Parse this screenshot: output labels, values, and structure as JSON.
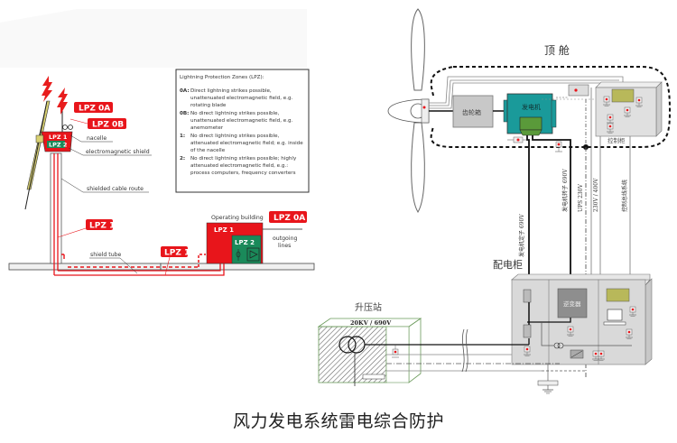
{
  "caption": "风力发电系统雷电综合防护",
  "left_diagram": {
    "legend": {
      "title": "Lightning Protection Zones (LPZ):",
      "entries": [
        {
          "key": "0A:",
          "lines": [
            "Direct lightning strikes possible,",
            "unattenuated electromagnetic field, e.g.",
            "rotating blade"
          ]
        },
        {
          "key": "0B:",
          "lines": [
            "No direct lightning strikes possible,",
            "unattenuated electromagnetic field, e.g.",
            "anemometer"
          ]
        },
        {
          "key": "1:",
          "lines": [
            "No direct lightning strikes possible,",
            "attenuated electromagnetic field; e.g. inside",
            "of the nacelle"
          ]
        },
        {
          "key": "2:",
          "lines": [
            "No direct lightning strikes possible; highly",
            "attenuated electromagnetic field, e.g.:",
            "process computers, frequency converters"
          ]
        }
      ]
    },
    "zone_labels": {
      "lpz_0a_top": "LPZ 0A",
      "lpz_0b": "LPZ 0B",
      "lpz_1_nacelle": "LPZ 1",
      "lpz_2_nacelle": "LPZ 2",
      "lpz_1_tower": "LPZ 1",
      "lpz_1_cable": "LPZ 1",
      "lpz_0a_building": "LPZ 0A",
      "lpz_1_building": "LPZ 1",
      "lpz_2_building": "LPZ 2"
    },
    "annotations": {
      "nacelle": "nacelle",
      "em_shield": "electromagnetic shield",
      "shielded_cable": "shielded cable route",
      "shield_tube": "shield tube",
      "operating_building": "Operating building",
      "outgoing_line1": "outgoing",
      "outgoing_line2": "lines"
    },
    "colors": {
      "lpz_red": "#e8151b",
      "lpz_green": "#1a8a5a",
      "bolt": "#e81d1d"
    }
  },
  "right_diagram": {
    "labels": {
      "nacelle_title": "顶 舱",
      "gearbox": "齿轮箱",
      "generator": "发电机",
      "controller": "控制柜",
      "switch_cabinet": "配电柜",
      "inverter": "逆变器",
      "substation": "升压站",
      "transformer_rating": "20KV / 690V",
      "stator_line": "发电机定子 690V",
      "rotor_line": "发电机转子 690V",
      "ups_line": "UPS 230V",
      "aux_line": "230V / 400V",
      "bus_line": "控制总线系统"
    },
    "colors": {
      "generator": "#1a9a9a",
      "gearbox": "#c8c8c8",
      "cabinet": "#d9d9d9",
      "display": "#b8b85a",
      "green_box": "#5a9a3a"
    }
  }
}
